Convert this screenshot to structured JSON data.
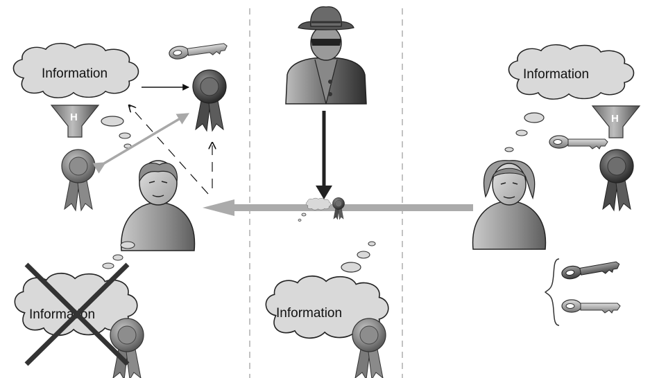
{
  "clouds": {
    "left_top": "Information",
    "left_bottom_crossed": "Information",
    "center_bottom": "Information",
    "right_top": "Information"
  },
  "funnels": {
    "left": "H",
    "right": "H"
  },
  "colors": {
    "cloud_fill": "#d9d9d9",
    "ribbon_dark": "#4a4a4a",
    "arrow_gray": "#a8a8a8",
    "cross": "#333333",
    "divider": "#9a9a9a"
  }
}
